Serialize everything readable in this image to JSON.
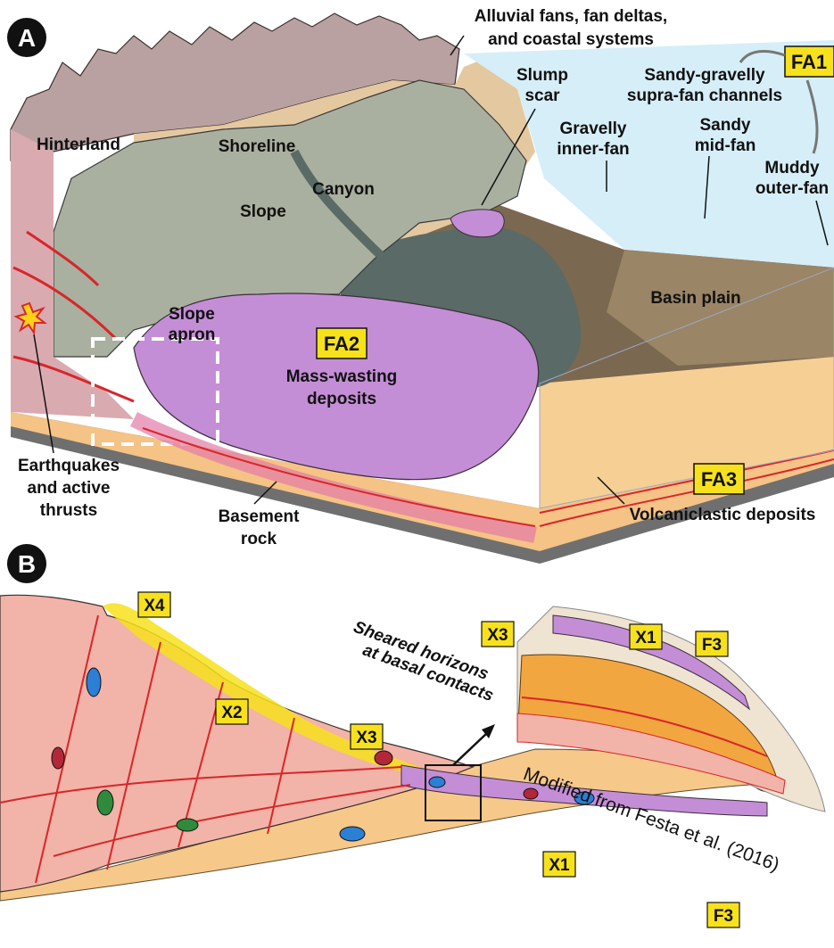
{
  "panel_a": {
    "letter": "A",
    "labels": {
      "alluvial_1": "Alluvial fans, fan deltas,",
      "alluvial_2": "and coastal systems",
      "fa1": "FA1",
      "slump_1": "Slump",
      "slump_2": "scar",
      "sandy_gravelly_1": "Sandy-gravelly",
      "sandy_gravelly_2": "supra-fan channels",
      "gravelly_1": "Gravelly",
      "gravelly_2": "inner-fan",
      "sandy_mid_1": "Sandy",
      "sandy_mid_2": "mid-fan",
      "muddy_1": "Muddy",
      "muddy_2": "outer-fan",
      "hinterland": "Hinterland",
      "shoreline": "Shoreline",
      "canyon": "Canyon",
      "slope": "Slope",
      "basin_plain": "Basin plain",
      "slope_apron_1": "Slope",
      "slope_apron_2": "apron",
      "fa2": "FA2",
      "mass_wasting_1": "Mass-wasting",
      "mass_wasting_2": "deposits",
      "earthquakes_1": "Earthquakes",
      "earthquakes_2": "and active",
      "earthquakes_3": "thrusts",
      "basement_1": "Basement",
      "basement_2": "rock",
      "fa3": "FA3",
      "volcaniclastic": "Volcaniclastic deposits"
    }
  },
  "panel_b": {
    "letter": "B",
    "labels": {
      "x4": "X4",
      "x2": "X2",
      "x3_left": "X3",
      "x1_bottom": "X1",
      "f3_bottom": "F3",
      "sheared_1": "Sheared horizons",
      "sheared_2": "at basal contacts",
      "x3_inset": "X3",
      "x1_inset": "X1",
      "f3_inset": "F3",
      "modified": "Modified from Festa et al. (2016)"
    }
  },
  "colors": {
    "tag_yellow": "#f7e11c",
    "water": "#d6eef8",
    "slope_gray": "#a9b09f",
    "mass_wasting": "#c48ed6",
    "sediment": "#f6c889",
    "fault_red": "#d8262a"
  }
}
